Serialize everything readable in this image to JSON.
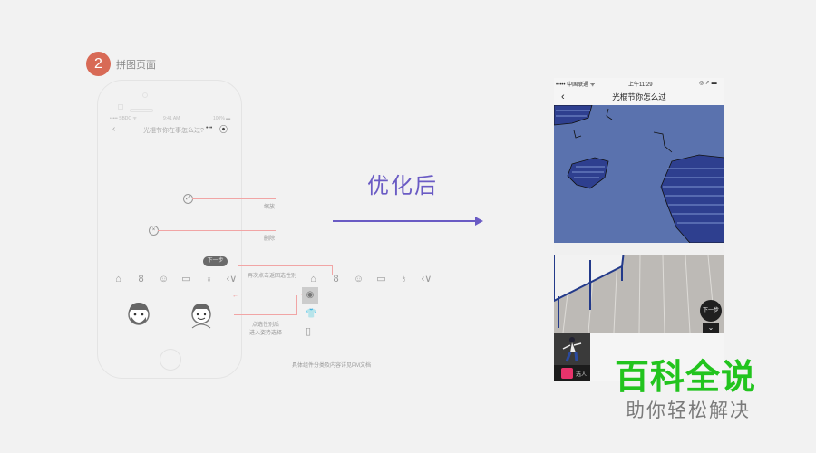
{
  "step": {
    "number": "2",
    "title": "拼图页面"
  },
  "before": {
    "status_bar": {
      "carrier": "••••• SBDC ᯤ",
      "time": "9:41 AM",
      "battery": "100% ▬"
    },
    "nav": {
      "back": "‹",
      "title": "光棍节你在事怎么过?",
      "more": "•••",
      "record": "⦿"
    },
    "annotations": {
      "zoom": "缩放",
      "delete": "删除",
      "reselect_gender": "再次点击返回选性别",
      "after_gender": "点选性别后",
      "enter_pose": "进入姿势选择",
      "footer_note": "具体组件分类及内容详见PM文档"
    },
    "next_button": "下一步",
    "categories": [
      "⌂",
      "8",
      "☺",
      "▭",
      "♁",
      "‹∨"
    ],
    "categories_right": [
      "⌂",
      "8",
      "☺",
      "▭",
      "♁",
      "‹∨"
    ],
    "sub_categories": [
      "◉",
      "👕",
      "▯"
    ],
    "faces": [
      "male-face",
      "female-face"
    ]
  },
  "transition": {
    "label": "优化后",
    "color": "#6a5bc4"
  },
  "after": {
    "status_bar": {
      "carrier": "••••• 中国联通 ᯤ",
      "time": "上午11:29",
      "battery": "◎ ↗ ▬"
    },
    "nav": {
      "back": "‹",
      "title": "光棍节你怎么过"
    },
    "next_button": "下一步",
    "down_icon": "⌄",
    "thumb_label": "选人"
  },
  "watermark": {
    "title": "百科全说",
    "subtitle": "助你轻松解决",
    "title_color": "#22c41e"
  }
}
